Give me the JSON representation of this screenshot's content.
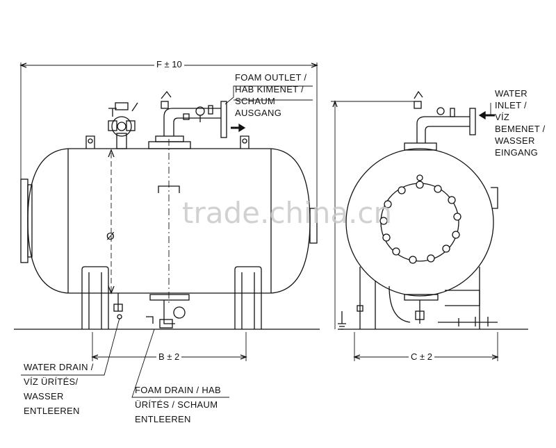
{
  "dimensions": {
    "overall_length": "F ± 10",
    "leg_spacing": "B ± 2",
    "leg_width": "C ± 2",
    "diameter_symbol": "Ø"
  },
  "callouts": {
    "foam_outlet": [
      "FOAM OUTLET /",
      "HAB KIMENET /",
      "SCHAUM",
      "AUSGANG"
    ],
    "water_inlet": [
      "WATER",
      "INLET /",
      "VÍZ",
      "BEMENET /",
      "WASSER",
      "EINGANG"
    ],
    "water_drain": [
      "WATER DRAIN /",
      "VÍZ ÜRÍTÉS/",
      "WASSER",
      "ENTLEEREN"
    ],
    "foam_drain": [
      "FOAM DRAIN / HAB",
      "ÜRÍTÉS / SCHAUM",
      "ENTLEEREN"
    ]
  },
  "watermark": "trade.china.cn"
}
